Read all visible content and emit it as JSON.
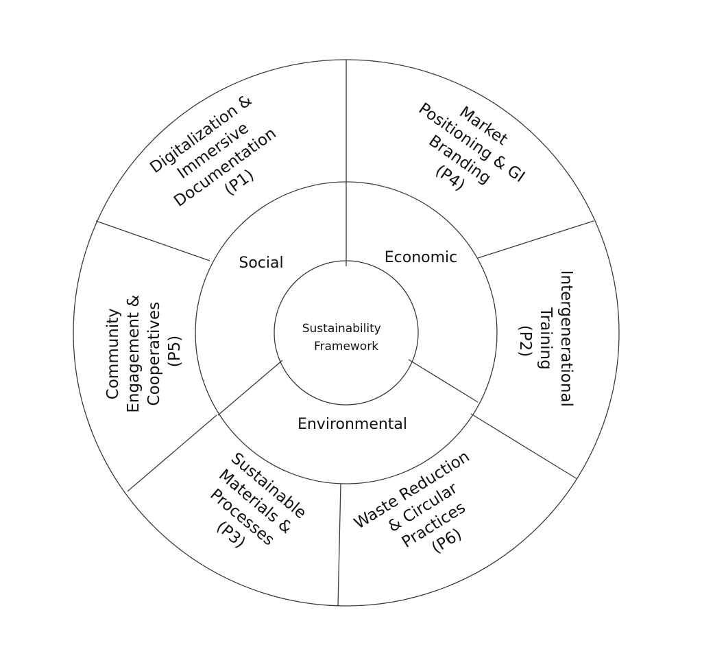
{
  "center": {
    "lines": [
      "Sustainability",
      "Framework"
    ]
  },
  "pillars": [
    {
      "id": "social",
      "label": "Social"
    },
    {
      "id": "economic",
      "label": "Economic"
    },
    {
      "id": "environmental",
      "label": "Environmental"
    }
  ],
  "practices": [
    {
      "id": "p1",
      "lines": [
        "Digitalization &",
        "Immersive",
        "Documentation",
        "(P1)"
      ]
    },
    {
      "id": "p4",
      "lines": [
        "Market",
        "Positioning & GI",
        "Branding",
        "(P4)"
      ]
    },
    {
      "id": "p2",
      "lines": [
        "Intergenerational",
        "Training",
        "(P2)"
      ]
    },
    {
      "id": "p6",
      "lines": [
        "Waste Reduction",
        "& Circular",
        "Practices",
        "(P6)"
      ]
    },
    {
      "id": "p3",
      "lines": [
        "Sustainable",
        "Materials &",
        "Processes",
        "(P3)"
      ]
    },
    {
      "id": "p5",
      "lines": [
        "Community",
        "Engagement &",
        "Cooperatives",
        "(P5)"
      ]
    }
  ],
  "colors": {
    "stroke": "#3a3a3a",
    "text": "#111111",
    "background": "#ffffff"
  }
}
